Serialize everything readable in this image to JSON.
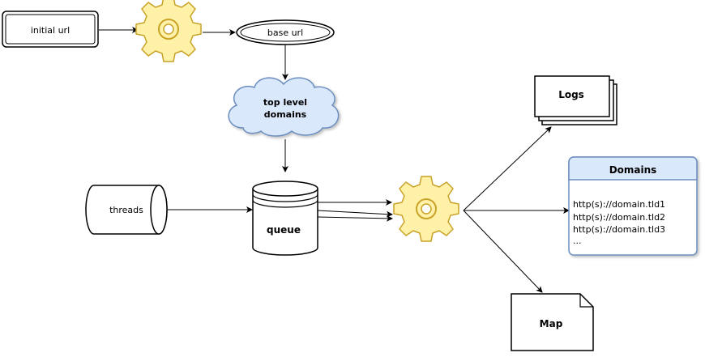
{
  "nodes": {
    "initial_url": "initial url",
    "base_url": "base url",
    "top_level_domains": [
      "top level",
      "domains"
    ],
    "threads": "threads",
    "queue": "queue",
    "logs": "Logs",
    "domains_title": "Domains",
    "domains_items": [
      "http(s)://domain.tld1",
      "http(s)://domain.tld2",
      "http(s)://domain.tld3",
      "..."
    ],
    "map": "Map"
  },
  "icons": {
    "processor_1": "gear-icon",
    "processor_2": "gear-icon"
  },
  "colors": {
    "gear_fill": "#fff2a8",
    "gear_stroke": "#c9a227",
    "cloud_fill": "#dae8fc",
    "cloud_stroke": "#6c8ebf",
    "domains_header": "#dae8fc",
    "domains_border": "#6c8ebf"
  }
}
